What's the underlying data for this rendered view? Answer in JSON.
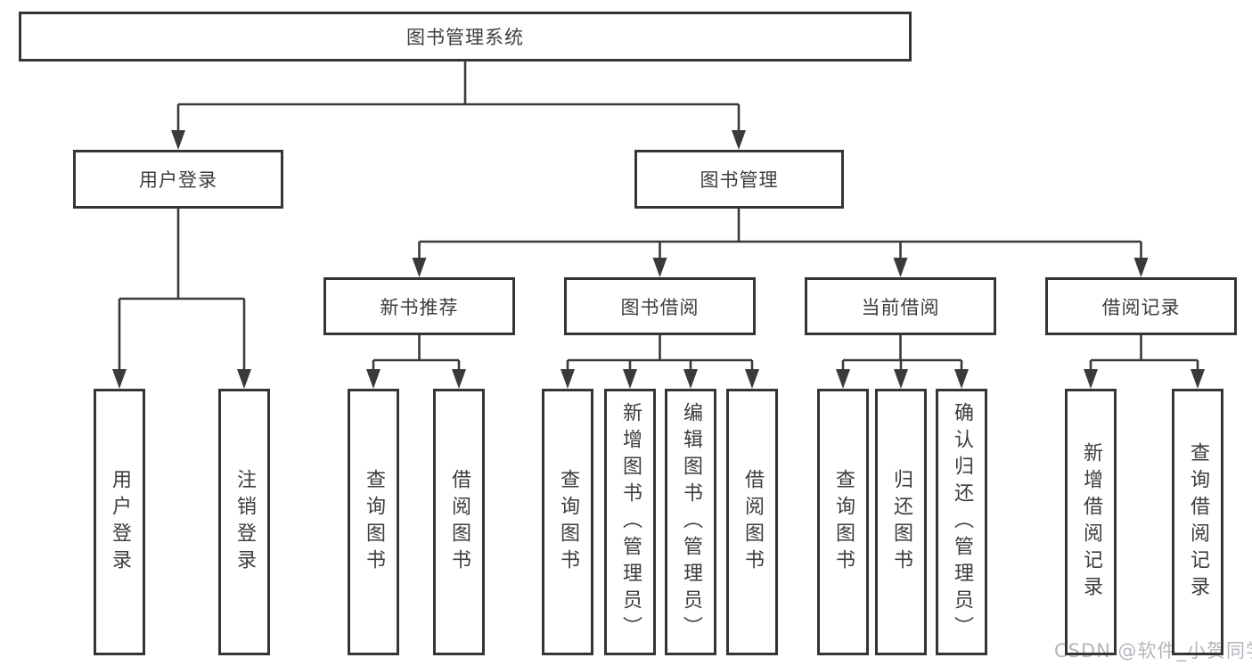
{
  "root": {
    "label": "图书管理系统"
  },
  "level2": {
    "user_login": {
      "label": "用户登录"
    },
    "book_mgmt": {
      "label": "图书管理"
    }
  },
  "level3": {
    "new_book": {
      "label": "新书推荐"
    },
    "book_borrow": {
      "label": "图书借阅"
    },
    "current_borrow": {
      "label": "当前借阅"
    },
    "borrow_record": {
      "label": "借阅记录"
    }
  },
  "leaves": {
    "user_login": {
      "label": "用户登录"
    },
    "logout": {
      "label": "注销登录"
    },
    "rec_query": {
      "label": "查询图书"
    },
    "rec_borrow": {
      "label": "借阅图书"
    },
    "bb_query": {
      "label": "查询图书"
    },
    "bb_add": {
      "label": "新增图书（管理员）"
    },
    "bb_edit": {
      "label": "编辑图书（管理员）"
    },
    "bb_borrow": {
      "label": "借阅图书"
    },
    "cb_query": {
      "label": "查询图书"
    },
    "cb_return": {
      "label": "归还图书"
    },
    "cb_confirm": {
      "label": "确认归还（管理员）"
    },
    "br_add": {
      "label": "新增借阅记录"
    },
    "br_query": {
      "label": "查询借阅记录"
    }
  },
  "structure": {
    "图书管理系统": [
      "用户登录",
      "图书管理"
    ],
    "用户登录": [
      "用户登录",
      "注销登录"
    ],
    "图书管理": [
      "新书推荐",
      "图书借阅",
      "当前借阅",
      "借阅记录"
    ],
    "新书推荐": [
      "查询图书",
      "借阅图书"
    ],
    "图书借阅": [
      "查询图书",
      "新增图书（管理员）",
      "编辑图书（管理员）",
      "借阅图书"
    ],
    "当前借阅": [
      "查询图书",
      "归还图书",
      "确认归还（管理员）"
    ],
    "借阅记录": [
      "新增借阅记录",
      "查询借阅记录"
    ]
  },
  "watermark": {
    "text": "CSDN @软件_小贺同学",
    "color": "#b3b6bc"
  },
  "colors": {
    "background": "#ffffff",
    "box_border": "#333537",
    "connector_line": "#3a3a3c",
    "text": "#3d3d40"
  }
}
